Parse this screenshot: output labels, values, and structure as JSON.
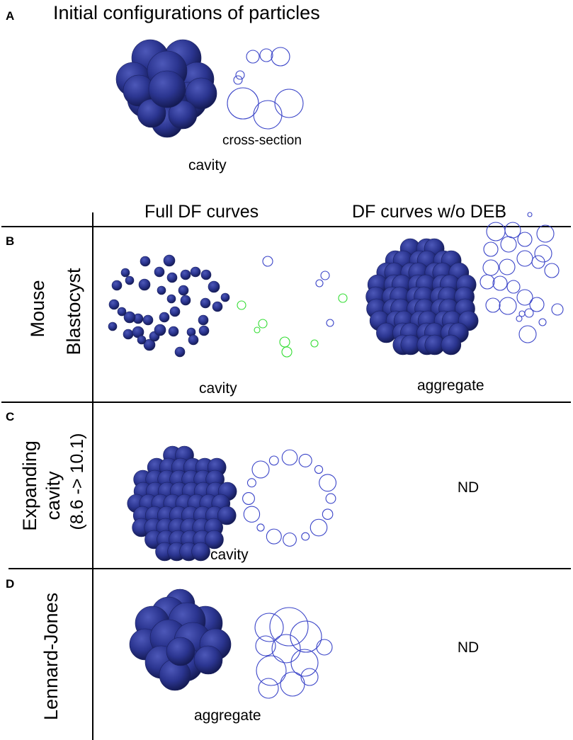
{
  "panel_a": {
    "letter": "A",
    "title": "Initial configurations of particles",
    "caption_cross_section": "cross-section",
    "caption_result": "cavity"
  },
  "column_headers": {
    "full": "Full DF curves",
    "without_deb": "DF curves w/o DEB"
  },
  "rows": [
    {
      "letter": "B",
      "label_line1": "Mouse",
      "label_line2": "Blastocyst",
      "full_caption": "cavity",
      "wodeb_caption": "aggregate"
    },
    {
      "letter": "C",
      "label_line1": "Expanding",
      "label_line2": "cavity",
      "label_line3": "(8.6 -> 10.1)",
      "full_caption": "cavity",
      "wodeb_caption": "ND"
    },
    {
      "letter": "D",
      "label_line1": "Lennard-Jones",
      "full_caption": "aggregate",
      "wodeb_caption": "ND"
    }
  ],
  "colors": {
    "sphere": "#2b3590",
    "outline_blue": "#3a44c8",
    "outline_green": "#33dd33",
    "rule": "#000000"
  }
}
